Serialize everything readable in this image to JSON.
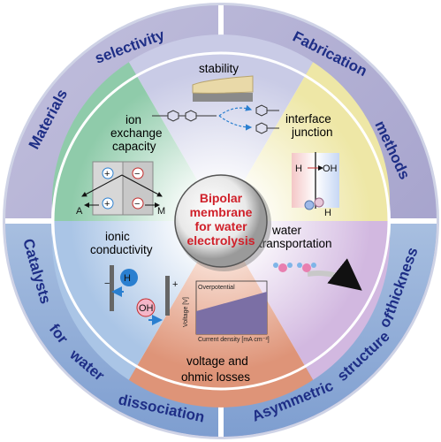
{
  "center": {
    "line1": "Bipolar",
    "line2": "membrane",
    "line3": "for water",
    "line4": "electrolysis"
  },
  "outer_ring": {
    "materials": "Materials",
    "selectivity": "selectivity",
    "fabrication": "Fabrication",
    "methods": "methods",
    "catalysts": "Catalysts",
    "for": "for",
    "water": "water",
    "dissociation": "dissociation",
    "asymmetric": "Asymmetric",
    "structure": "structure",
    "of": "of",
    "thickness": "thickness"
  },
  "segments": {
    "stability": "stability",
    "ion_exchange_1": "ion",
    "ion_exchange_2": "exchange",
    "ion_exchange_3": "capacity",
    "interface_1": "interface",
    "interface_2": "junction",
    "ionic_1": "ionic",
    "ionic_2": "conductivity",
    "water_trans_1": "water",
    "water_trans_2": "transportation",
    "voltage_1": "voltage and",
    "voltage_2": "ohmic losses"
  },
  "insets": {
    "overpotential": "Overpotential",
    "voltage_axis": "Voltage [V]",
    "current_axis": "Current density [mA cm⁻²]",
    "h_plus": "H",
    "oh_minus": "OH",
    "h2o": "H",
    "anion": "A",
    "cation": "M",
    "plus_sign": "+",
    "minus_sign": "−"
  },
  "colors": {
    "ring_top": "#b9b6d6",
    "ring_bottom": "#9bb3d8",
    "title_text": "#1e2e86",
    "center_text": "#d0202a",
    "seg_stability": "#c9cbe6",
    "seg_ion_exchange": "#9fd2b6",
    "seg_interface": "#f1ecb4",
    "seg_water_transport": "#d8c3e4",
    "seg_voltage": "#e3a58d",
    "seg_ionic": "#b6cde8"
  }
}
